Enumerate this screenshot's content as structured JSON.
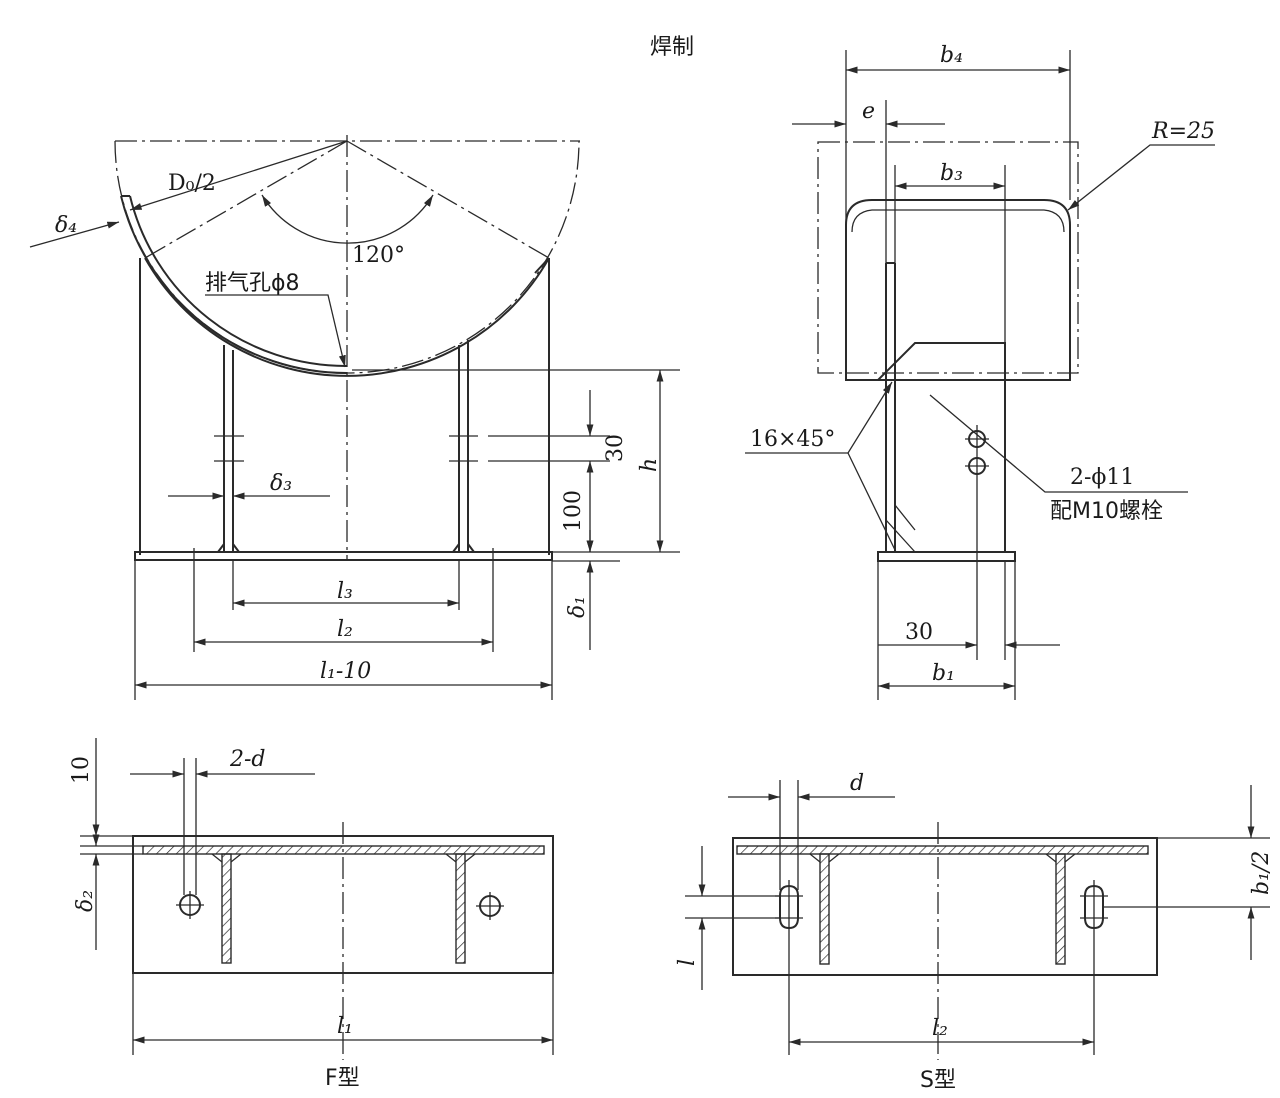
{
  "title": "焊制",
  "elevation_view": {
    "radius_label": "D₀/2",
    "pad_thickness_label": "δ₄",
    "angle_label": "120°",
    "vent_hole_label": "排气孔ϕ8",
    "web_thickness_label": "δ₃",
    "dim_30": "30",
    "dim_100": "100",
    "height_label": "h",
    "base_thickness_label": "δ₁",
    "dim_l3": "l₃",
    "dim_l2": "l₂",
    "dim_l1_minus_10": "l₁-10"
  },
  "side_view": {
    "dim_b4": "b₄",
    "dim_e": "e",
    "dim_b3": "b₃",
    "radius_label": "R=25",
    "chamfer_label": "16×45°",
    "holes_label": "2-ϕ11",
    "bolt_label": "配M10螺栓",
    "dim_30": "30",
    "dim_b1": "b₁"
  },
  "plan_f": {
    "holes_label": "2-d",
    "dim_10": "10",
    "thickness_label": "δ₂",
    "dim_l1": "l₁",
    "type_label": "F型"
  },
  "plan_s": {
    "hole_label": "d",
    "slot_label": "l",
    "half_width_label": "b₁/2",
    "dim_l2": "l₂",
    "type_label": "S型"
  }
}
